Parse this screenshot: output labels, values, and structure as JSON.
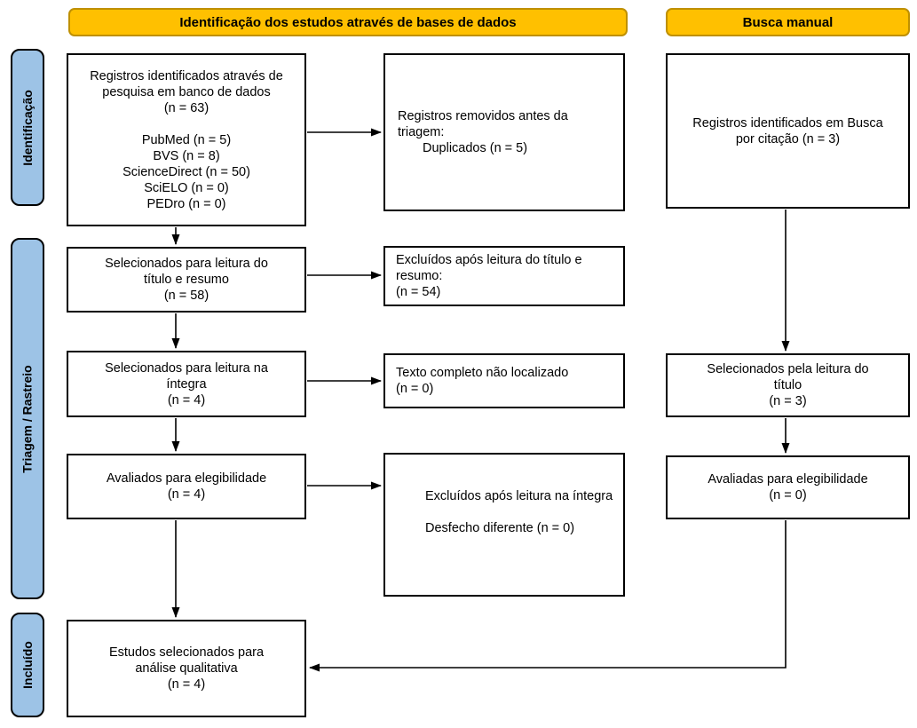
{
  "headers": {
    "databases": "Identificação dos estudos através de bases de dados",
    "manual": "Busca manual"
  },
  "stages": {
    "identification": "Identificação",
    "screening": "Triagem / Rastreio",
    "included": "Incluído"
  },
  "boxes": {
    "db_identified": {
      "title": "Registros identificados através de pesquisa em banco de dados",
      "count": "(n = 63)",
      "sources": [
        "PubMed (n = 5)",
        "BVS (n = 8)",
        "ScienceDirect (n = 50)",
        "SciELO (n = 0)",
        "PEDro (n = 0)"
      ]
    },
    "removed_before_screening": {
      "title": "Registros removidos antes da triagem:",
      "detail": "Duplicados (n = 5)"
    },
    "citation_identified": {
      "title": "Registros identificados em Busca por citação (n = 3)"
    },
    "title_abstract_selected": {
      "title": "Selecionados para leitura do título e resumo",
      "count": "(n = 58)"
    },
    "title_abstract_excluded": {
      "title": "Excluídos após leitura do título e resumo:",
      "count": "(n = 54)"
    },
    "fulltext_selected": {
      "title": "Selecionados para leitura na íntegra",
      "count": "(n = 4)"
    },
    "fulltext_not_found": {
      "title": "Texto completo não localizado",
      "count": "(n = 0)"
    },
    "citation_title_selected": {
      "title": "Selecionados pela leitura do título",
      "count": "(n = 3)"
    },
    "eligibility_assessed": {
      "title": "Avaliados para elegibilidade",
      "count": "(n = 4)"
    },
    "fulltext_excluded": {
      "title": "Excluídos após leitura na íntegra",
      "detail": "Desfecho diferente (n = 0)"
    },
    "citation_eligibility_assessed": {
      "title": "Avaliadas para elegibilidade",
      "count": "(n = 0)"
    },
    "included_studies": {
      "title": "Estudos selecionados para análise qualitativa",
      "count": "(n = 4)"
    }
  },
  "colors": {
    "header_fill": "#FFC000",
    "header_border": "#BF9000",
    "stage_fill": "#9DC3E6",
    "stage_border": "#000000",
    "box_border": "#000000",
    "arrow": "#000000",
    "text": "#000000"
  }
}
